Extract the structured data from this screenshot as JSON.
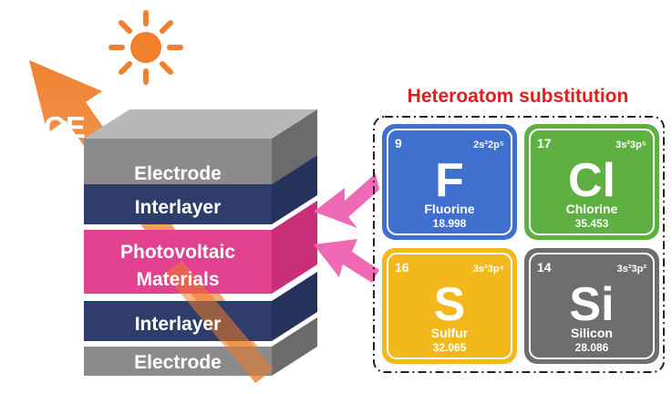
{
  "pce_label": "PCE",
  "heading": "Heteroatom substitution",
  "stack": {
    "top_electrode": "Electrode",
    "top_interlayer": "Interlayer",
    "active_line1": "Photovoltaic",
    "active_line2": "Materials",
    "bottom_interlayer": "Interlayer",
    "bottom_electrode": "Electrode"
  },
  "elements": [
    {
      "number": "9",
      "config": "2s²2p⁵",
      "symbol": "F",
      "name": "Fluorine",
      "mass": "18.998",
      "color": "#3f6fcf"
    },
    {
      "number": "17",
      "config": "3s²3p⁵",
      "symbol": "Cl",
      "name": "Chlorine",
      "mass": "35.453",
      "color": "#5eb043"
    },
    {
      "number": "16",
      "config": "3s²3p⁴",
      "symbol": "S",
      "name": "Sulfur",
      "mass": "32.065",
      "color": "#f2b81c"
    },
    {
      "number": "14",
      "config": "3s²3p²",
      "symbol": "Si",
      "name": "Silicon",
      "mass": "28.086",
      "color": "#6e6e6e"
    }
  ],
  "colors": {
    "heading": "#e31d1d",
    "pce_arrow": "#ee7b26",
    "sun": "#f27f2b",
    "electrode": "#8b8b8b",
    "interlayer": "#2f3d6c",
    "active": "#e2418f",
    "pointer_arrows": "#f069b4"
  },
  "icons": [
    "sun-icon",
    "arrow-up-icon",
    "arrow-left-icon"
  ]
}
